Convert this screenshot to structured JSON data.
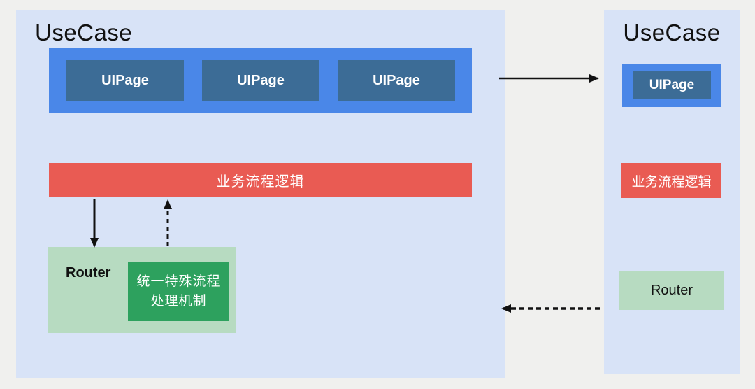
{
  "colors": {
    "background": "#f0f0ee",
    "panel": "#d8e3f7",
    "blue": "#4a87e8",
    "steel_blue": "#3c6c96",
    "red": "#e95b53",
    "light_green": "#b7dbc1",
    "dark_green": "#2da15e",
    "arrow": "#111111",
    "title_text": "#111111",
    "box_text": "#ffffff"
  },
  "left_panel": {
    "title": "UseCase",
    "ui_pages": [
      "UIPage",
      "UIPage",
      "UIPage"
    ],
    "logic_label": "业务流程逻辑",
    "router_label": "Router",
    "special_flow_lines": [
      "统一特殊流程",
      "处理机制"
    ]
  },
  "right_panel": {
    "title": "UseCase",
    "ui_pages": [
      "UIPage"
    ],
    "logic_label": "业务流程逻辑",
    "router_label": "Router"
  },
  "arrows": [
    {
      "id": "page-flow",
      "style": "solid",
      "direction": "right",
      "from": "left-uipage-bar",
      "to": "right-uipage-box"
    },
    {
      "id": "logic-to-router",
      "style": "solid",
      "direction": "down",
      "from": "left-logic-bar",
      "to": "left-router-box"
    },
    {
      "id": "router-to-logic",
      "style": "dashed",
      "direction": "up",
      "from": "left-router-box",
      "to": "left-logic-bar"
    },
    {
      "id": "return-flow",
      "style": "dashed",
      "direction": "left",
      "from": "right-panel",
      "to": "left-panel"
    }
  ]
}
